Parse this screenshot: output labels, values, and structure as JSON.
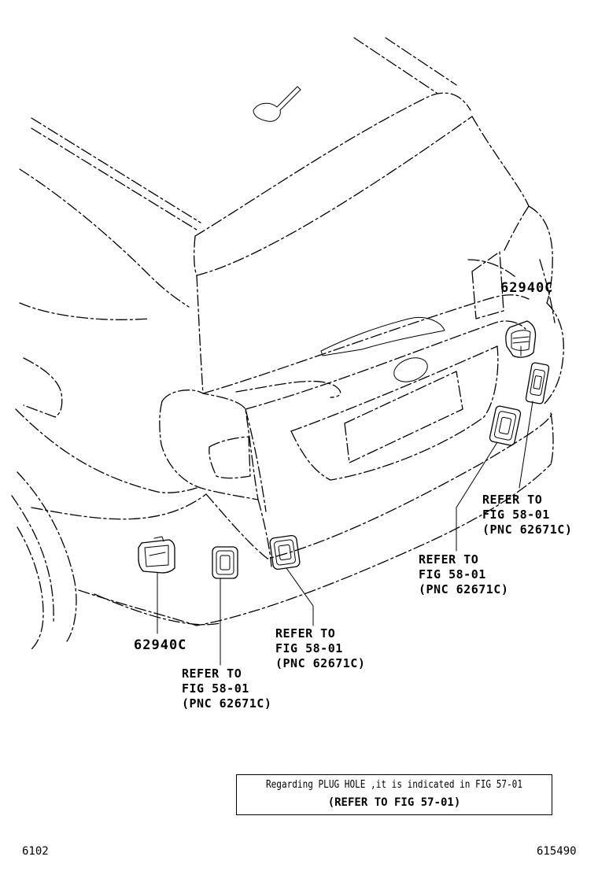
{
  "parts": {
    "part_right": "62940C",
    "part_left": "62940C"
  },
  "references": {
    "ref_right_upper": {
      "line1": "REFER TO",
      "line2": "FIG 58-01",
      "line3": "(PNC 62671C)"
    },
    "ref_right_lower": {
      "line1": "REFER TO",
      "line2": "FIG 58-01",
      "line3": "(PNC 62671C)"
    },
    "ref_center": {
      "line1": "REFER TO",
      "line2": "FIG 58-01",
      "line3": "(PNC 62671C)"
    },
    "ref_left": {
      "line1": "REFER TO",
      "line2": "FIG 58-01",
      "line3": "(PNC 62671C)"
    }
  },
  "note": {
    "line1": "Regarding PLUG HOLE ,it is indicated in FIG 57-01",
    "line2": "(REFER TO FIG 57-01)"
  },
  "footer": {
    "left_code": "6102",
    "right_code": "615490"
  }
}
